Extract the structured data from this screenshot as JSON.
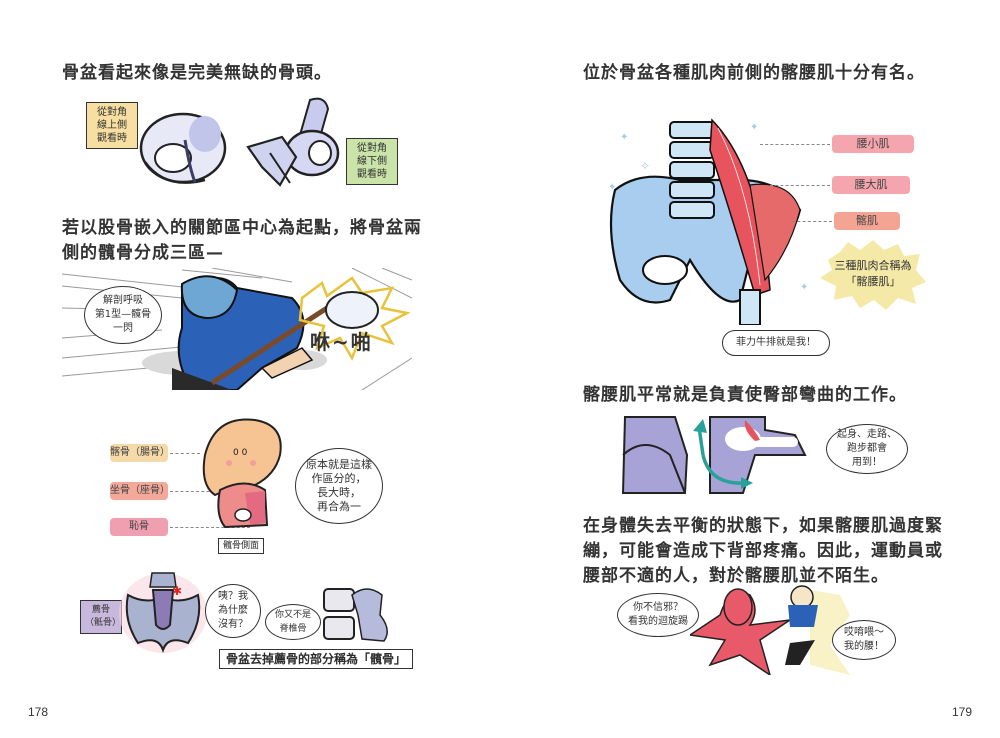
{
  "spread": {
    "left_page": {
      "page_number": "178",
      "heading_1": "骨盆看起來像是完美無缺的骨頭。",
      "view_labels": {
        "upper_diagonal": "從對角\n線上側\n觀看時",
        "lower_diagonal": "從對角\n線下側\n觀看時"
      },
      "heading_2_line1": "若以股骨嵌入的關節區中心為起點，將骨盆兩",
      "heading_2_line2": "側的髖骨分成三區—",
      "panel_action": {
        "speech": "解剖呼吸\n第1型—髖骨\n一閃",
        "sound_effect": "咻~啪"
      },
      "hip_diagram": {
        "labels": [
          {
            "text": "髂骨（腸骨）",
            "color": "#f5d9a8"
          },
          {
            "text": "坐骨（座骨）",
            "color": "#f2a99a"
          },
          {
            "text": "恥骨",
            "color": "#ef9fb0"
          }
        ],
        "caption": "髖骨側面",
        "speech": "原本就是這樣\n作區分的，\n長大時，\n再合為一"
      },
      "sacrum_panel": {
        "label": "薦骨\n（骶骨）",
        "label_color": "#c8b8dd",
        "speech_sacrum": "咦？我\n為什麼\n沒有？",
        "speech_other": "你又不是\n脊椎骨",
        "caption": "骨盆去掉薦骨的部分稱為「髖骨」"
      }
    },
    "right_page": {
      "page_number": "179",
      "heading_1": "位於骨盆各種肌肉前側的髂腰肌十分有名。",
      "muscle_labels": [
        {
          "text": "腰小肌",
          "color": "#f4a5ad"
        },
        {
          "text": "腰大肌",
          "color": "#f4a5ad"
        },
        {
          "text": "髂肌",
          "color": "#f4a493"
        }
      ],
      "burst_text": "三種肌肉合稱為\n「髂腰肌」",
      "burst_color": "#f5e9a8",
      "speech_fillet": "菲力牛排就是我！",
      "heading_2": "髂腰肌平常就是負責使臀部彎曲的工作。",
      "speech_usage": "起身、走路、\n跑步都會\n用到！",
      "paragraph": "在身體失去平衡的狀態下，如果髂腰肌過度緊繃，可能會造成下背部疼痛。因此，運動員或腰部不適的人，對於髂腰肌並不陌生。",
      "speech_muscle": "你不信邪？\n看我的迴旋踢",
      "speech_victim": "哎唷喂～\n我的腰！"
    }
  }
}
